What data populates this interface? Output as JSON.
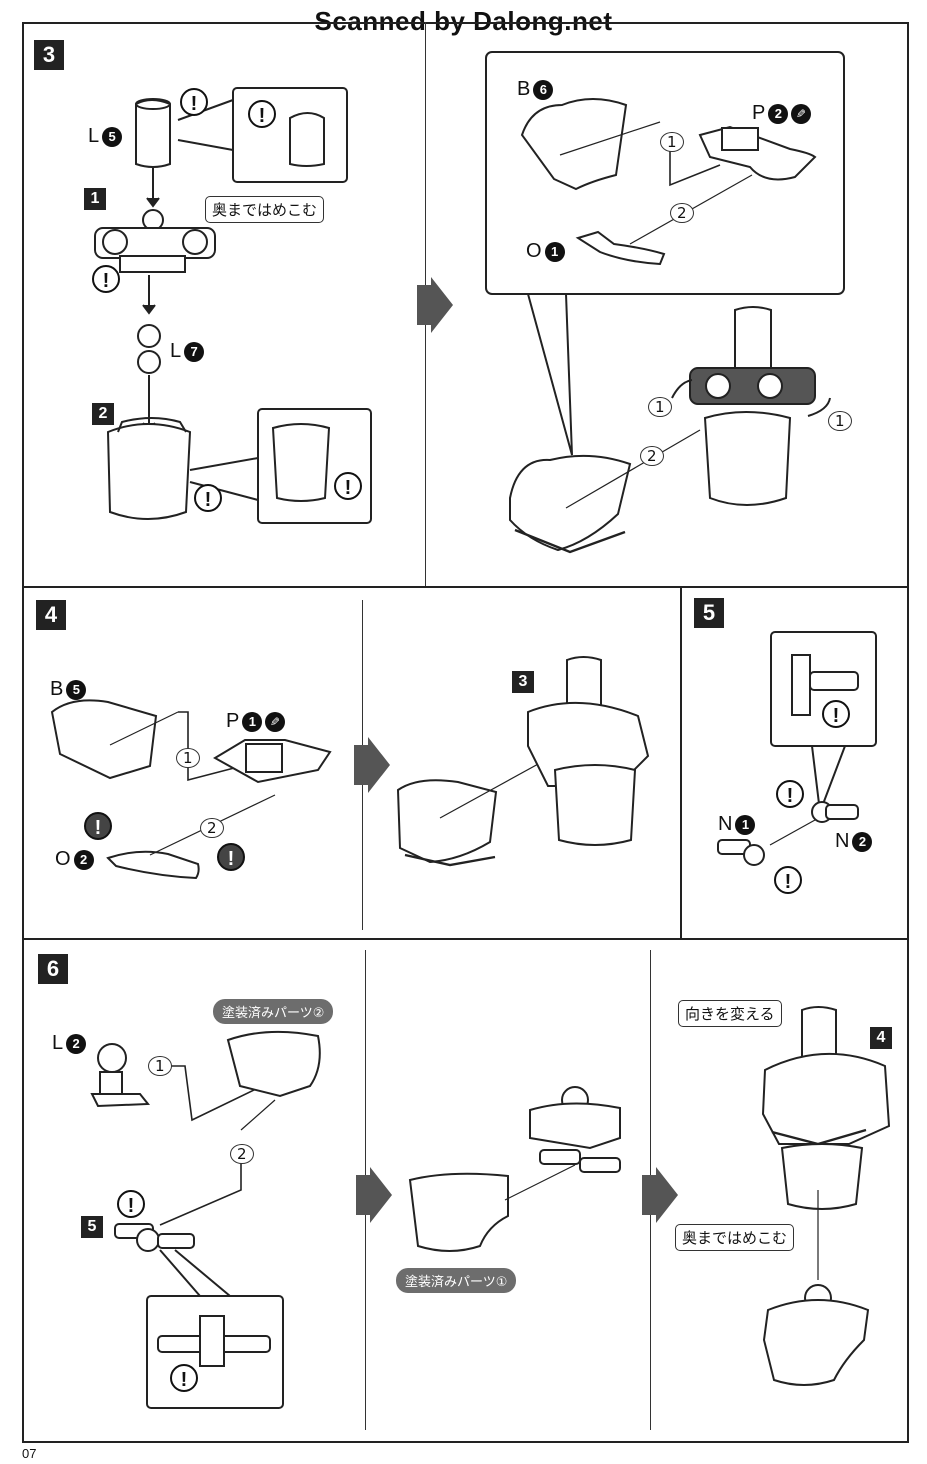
{
  "header": {
    "watermark": "Scanned by Dalong.net"
  },
  "page_number": "07",
  "step3": {
    "number": "3",
    "sub1": "1",
    "sub2": "2",
    "labels": {
      "l5_letter": "L",
      "l5_num": "5",
      "l7_letter": "L",
      "l7_num": "7",
      "b6_letter": "B",
      "b6_num": "6",
      "p2_letter": "P",
      "p2_num": "2",
      "o1_letter": "O",
      "o1_num": "1"
    },
    "note_insert": "奥まではめこむ",
    "order": {
      "a": "1",
      "b": "2",
      "c": "1",
      "d": "1",
      "e": "2"
    },
    "warn": "!"
  },
  "step4": {
    "number": "4",
    "ref": "3",
    "labels": {
      "b5_letter": "B",
      "b5_num": "5",
      "p1_letter": "P",
      "p1_num": "1",
      "o2_letter": "O",
      "o2_num": "2"
    },
    "order": {
      "a": "1",
      "b": "2"
    }
  },
  "step5": {
    "number": "5",
    "labels": {
      "n1_letter": "N",
      "n1_num": "1",
      "n2_letter": "N",
      "n2_num": "2"
    }
  },
  "step6": {
    "number": "6",
    "ref5": "5",
    "ref4": "4",
    "labels": {
      "l2_letter": "L",
      "l2_num": "2"
    },
    "painted2": "塗装済みパーツ②",
    "painted1": "塗装済みパーツ①",
    "note_turn": "向きを変える",
    "note_insert": "奥まではめこむ",
    "order": {
      "a": "1",
      "b": "2"
    }
  }
}
